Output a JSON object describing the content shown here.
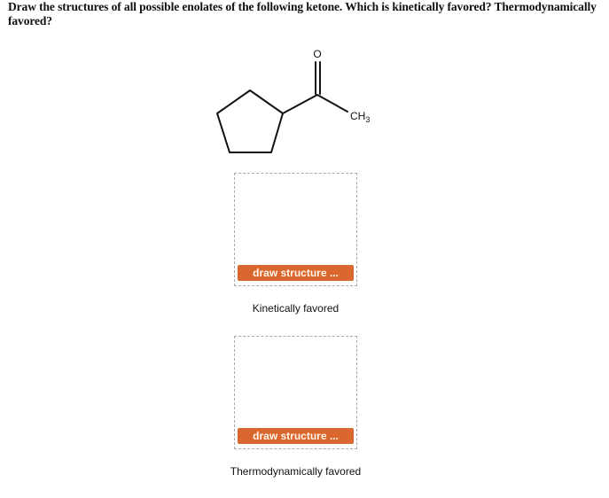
{
  "question": {
    "text": "Draw the structures of all possible enolates of the following ketone. Which is kinetically favored? Thermodynamically favored?"
  },
  "molecule": {
    "name": "cyclopentyl methyl ketone",
    "oxygen_label": "O",
    "methyl_label_main": "CH",
    "methyl_label_sub": "3"
  },
  "answers": [
    {
      "button_label": "draw structure ...",
      "caption": "Kinetically favored"
    },
    {
      "button_label": "draw structure ...",
      "caption": "Thermodynamically favored"
    }
  ],
  "colors": {
    "button_bg": "#d9672e",
    "button_text": "#fff6e8",
    "dashed_border": "#a9a9a9"
  }
}
